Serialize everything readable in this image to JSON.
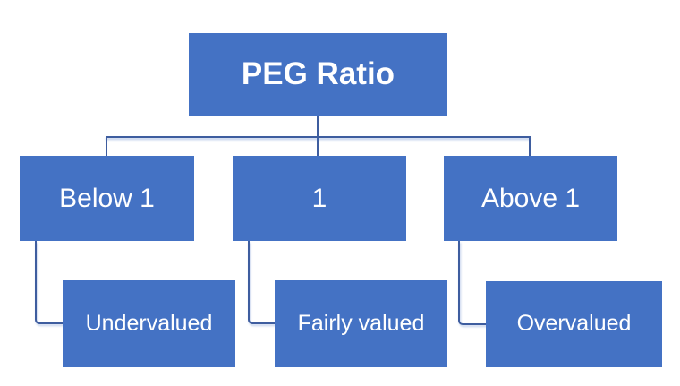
{
  "diagram": {
    "type": "hierarchy",
    "root": {
      "label": "PEG Ratio"
    },
    "branches": [
      {
        "condition": "Below 1",
        "outcome": "Undervalued"
      },
      {
        "condition": "1",
        "outcome": "Fairly valued"
      },
      {
        "condition": "Above 1",
        "outcome": "Overvalued"
      }
    ],
    "colors": {
      "node_fill": "#4472C4",
      "node_text": "#FFFFFF",
      "connector": "#3E5D9F",
      "background": "#FFFFFF"
    }
  }
}
